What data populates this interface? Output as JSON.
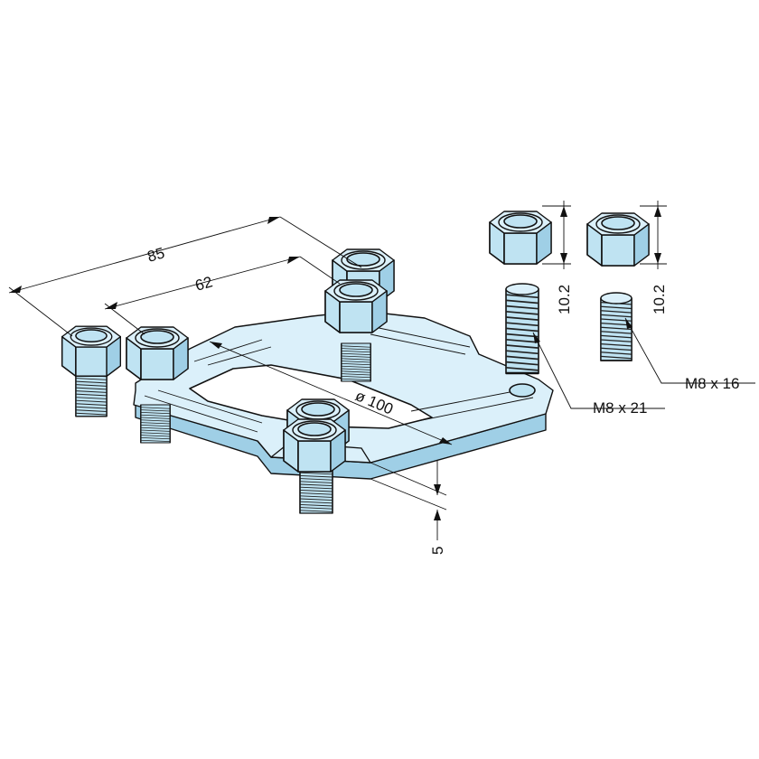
{
  "dimensions": {
    "overall_length": "85",
    "inner_length": "62",
    "diameter": "ø 100",
    "plate_thickness": "5",
    "nut_height_left": "10.2",
    "nut_height_right": "10.2"
  },
  "callouts": {
    "stud_long": "M8  x  21",
    "stud_short": "M8  x  16"
  },
  "colors": {
    "part_fill": "#bfe3f2",
    "part_highlight": "#dbf0fa",
    "part_shadow": "#9fcfe6",
    "line": "#111111"
  }
}
